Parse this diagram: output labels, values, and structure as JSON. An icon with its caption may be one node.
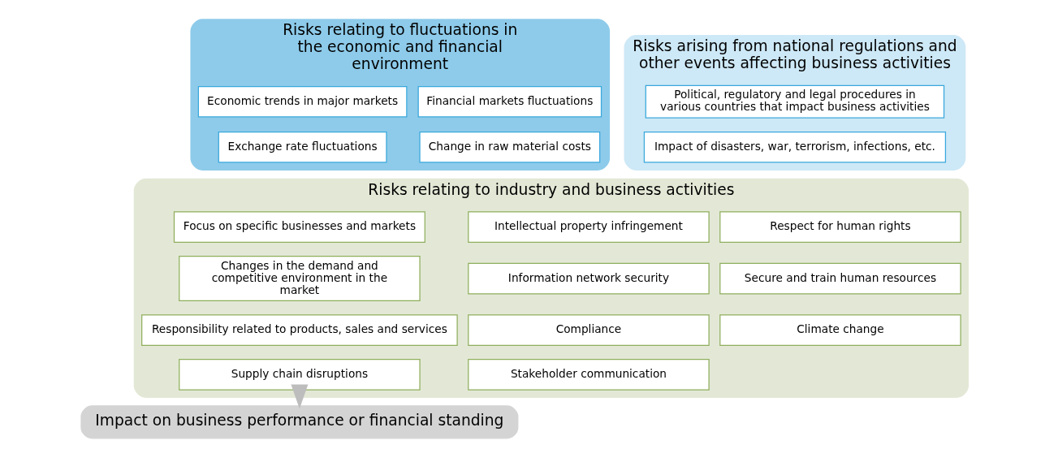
{
  "diagram": {
    "nodes": [
      {
        "text": [
          "Risks relating to fluctuations in the economic and financial environment"
        ]
      },
      {
        "text": [
          "Economic trends in major markets"
        ],
        "in": 0
      },
      {
        "text": [
          "Financial markets fluctuations"
        ],
        "in": 0
      },
      {
        "text": [
          "Exchange rate fluctuations"
        ],
        "in": 0
      },
      {
        "text": [
          "Change in raw material costs"
        ],
        "in": 0
      },
      {
        "text": [
          "Risks arising from national regulations and other events affecting business activities"
        ]
      },
      {
        "text": [
          "Political, regulatory and legal procedures in various countries that impact business activities"
        ],
        "in": 5
      },
      {
        "text": [
          "Impact of disasters, war, terrorism, infections, etc."
        ],
        "in": 5
      },
      {
        "text": [
          "Risks relating to industry and business activities"
        ]
      },
      {
        "text": [
          "Focus on specific businesses and markets"
        ],
        "in": 8
      },
      {
        "text": [
          "Intellectual property infringement"
        ],
        "in": 8
      },
      {
        "text": [
          "Respect for human rights"
        ],
        "in": 8
      },
      {
        "text": [
          "Changes in the demand and competitive environment in the market"
        ],
        "in": 8
      },
      {
        "text": [
          "Information network security"
        ],
        "in": 8
      },
      {
        "text": [
          "Secure and train human resources"
        ],
        "in": 8
      },
      {
        "text": [
          "Responsibility related to products, sales and services"
        ],
        "in": 8
      },
      {
        "text": [
          "Compliance"
        ],
        "in": 8
      },
      {
        "text": [
          "Climate change"
        ],
        "in": 8
      },
      {
        "text": [
          "Supply chain disruptions"
        ],
        "in": 8
      },
      {
        "text": [
          "Stakeholder communication"
        ],
        "in": 8
      },
      {
        "text": [
          "Impact on business performance or financial standing"
        ]
      }
    ],
    "edges": [
      {
        "from": 8,
        "to": 20,
        "arrow": "to"
      }
    ]
  }
}
